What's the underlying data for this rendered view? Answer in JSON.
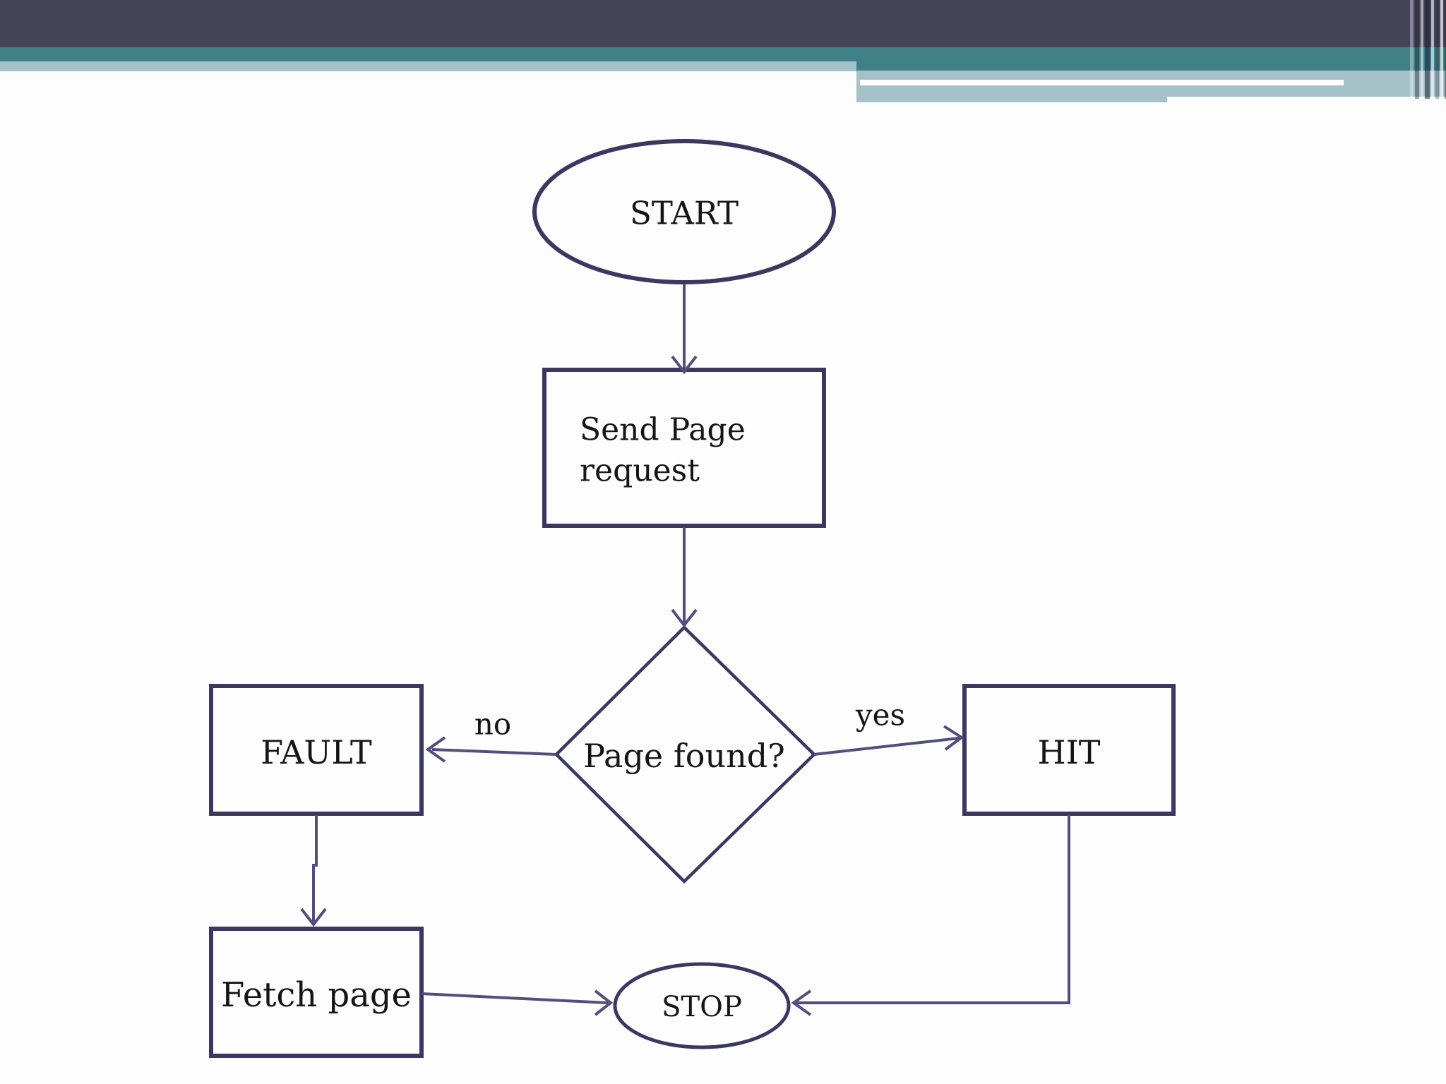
{
  "colors": {
    "bg": "#fdfdfd",
    "text": "#151515",
    "border": "#3a3760",
    "arrow": "#514e7e",
    "bar_dark": "#464459",
    "bar_teal": "#3f8187",
    "bar_light": "#a5c2c8",
    "line_white": "#ffffff"
  },
  "flowchart": {
    "start": {
      "label": "START"
    },
    "send_request": {
      "label": "Send Page request",
      "line1": "Send Page",
      "line2": "request"
    },
    "decision": {
      "label": "Page found?"
    },
    "edges": {
      "no_label": "no",
      "yes_label": "yes"
    },
    "fault": {
      "label": "FAULT"
    },
    "hit": {
      "label": "HIT"
    },
    "fetch": {
      "label": "Fetch page"
    },
    "stop": {
      "label": "STOP"
    }
  }
}
